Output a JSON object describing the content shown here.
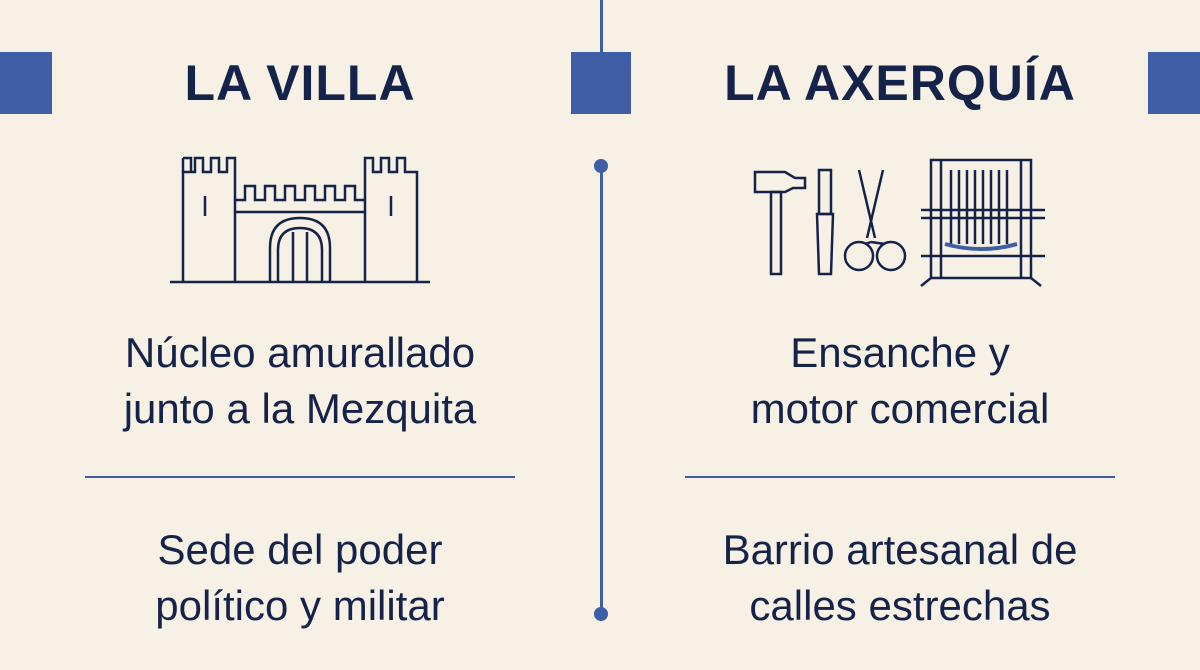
{
  "accent_color": "#3f5ea6",
  "text_color": "#15234a",
  "background_color": "#f6f1e4",
  "left": {
    "title": "LA VILLA",
    "icon": "castle-icon",
    "line1a": "Núcleo amurallado",
    "line1b": "junto a la Mezquita",
    "line2a": "Sede del poder",
    "line2b": "político y militar"
  },
  "right": {
    "title": "LA AXERQUÍA",
    "icon": "craft-tools-icon",
    "line1a": "Ensanche y",
    "line1b": "motor comercial",
    "line2a": "Barrio artesanal de",
    "line2b": "calles estrechas"
  }
}
